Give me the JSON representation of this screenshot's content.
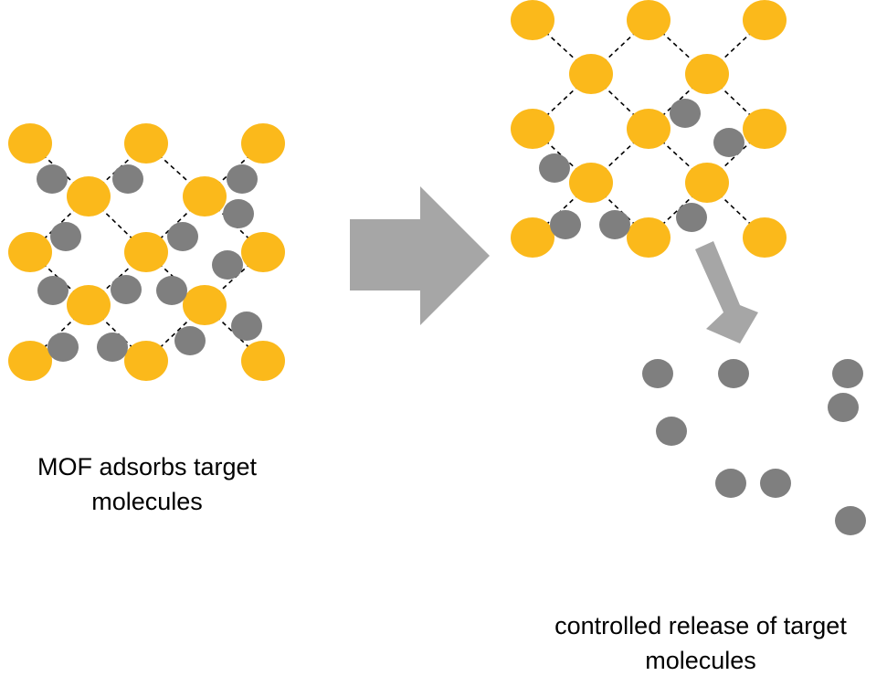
{
  "diagram": {
    "colors": {
      "metal_node": "#FBB91B",
      "molecule": "#7F7F7F",
      "linker": "#000000",
      "arrow": "#A6A6A6",
      "background": "#FFFFFF"
    },
    "panels": [
      {
        "id": "loaded-framework",
        "description_lines": [
          "MOF adsorbs target",
          "molecules"
        ]
      },
      {
        "id": "released-framework",
        "description_lines": [
          "controlled release of target",
          "molecules"
        ]
      }
    ],
    "legend_items": [],
    "icons": {
      "process_arrow": "block-arrow-right",
      "release_arrow": "block-arrow-down-right"
    }
  }
}
